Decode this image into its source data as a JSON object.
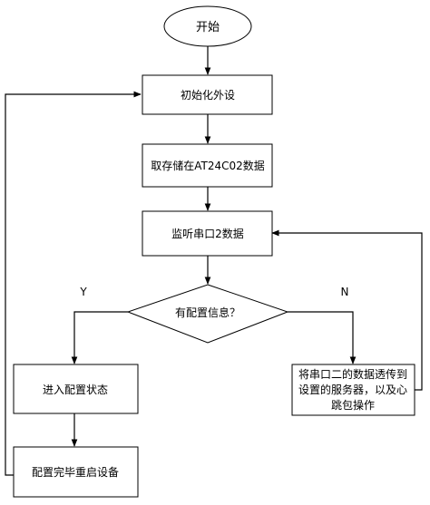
{
  "diagram": {
    "start": "开始",
    "init": "初始化外设",
    "read_eeprom": "取存储在AT24C02数据",
    "listen": "监听串口2数据",
    "decision": "有配置信息？",
    "yes_label": "Y",
    "no_label": "N",
    "config_state": "进入配置状态",
    "restart": "配置完毕重启设备",
    "forward_lines": [
      "将串口二的数据透传到",
      "设置的服务器，以及心",
      "跳包操作"
    ]
  },
  "colors": {
    "node_fill": "#4f81bd",
    "node_stroke": "#000000",
    "edge": "#000000",
    "background": "#ffffff"
  }
}
